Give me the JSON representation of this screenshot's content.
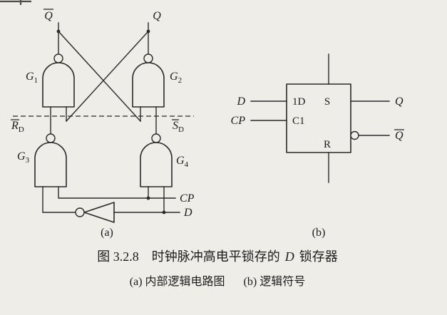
{
  "colors": {
    "background": "#efede8",
    "ink": "#2a2a2a"
  },
  "circuit_a": {
    "part_label": "(a)",
    "output_qbar": "Q",
    "output_q": "Q",
    "gates": {
      "g1": {
        "letter": "G",
        "sub": "1"
      },
      "g2": {
        "letter": "G",
        "sub": "2"
      },
      "g3": {
        "letter": "G",
        "sub": "3"
      },
      "g4": {
        "letter": "G",
        "sub": "4"
      }
    },
    "nodes": {
      "rd": {
        "letter": "R",
        "sub": "D"
      },
      "sd": {
        "letter": "S",
        "sub": "D"
      }
    },
    "inputs": {
      "cp": "CP",
      "d": "D"
    }
  },
  "symbol_b": {
    "part_label": "(b)",
    "inputs": {
      "d": "D",
      "cp": "CP"
    },
    "pins": {
      "d": "1D",
      "clock": "C1",
      "set": "S",
      "reset": "R"
    },
    "outputs": {
      "q": "Q",
      "qbar": "Q"
    }
  },
  "caption": {
    "title_prefix": "图 3.2.8　时钟脉冲高电平锁存的",
    "title_emphasis": "D",
    "title_suffix": "锁存器",
    "note_a": "(a) 内部逻辑电路图",
    "note_b": "(b) 逻辑符号"
  }
}
